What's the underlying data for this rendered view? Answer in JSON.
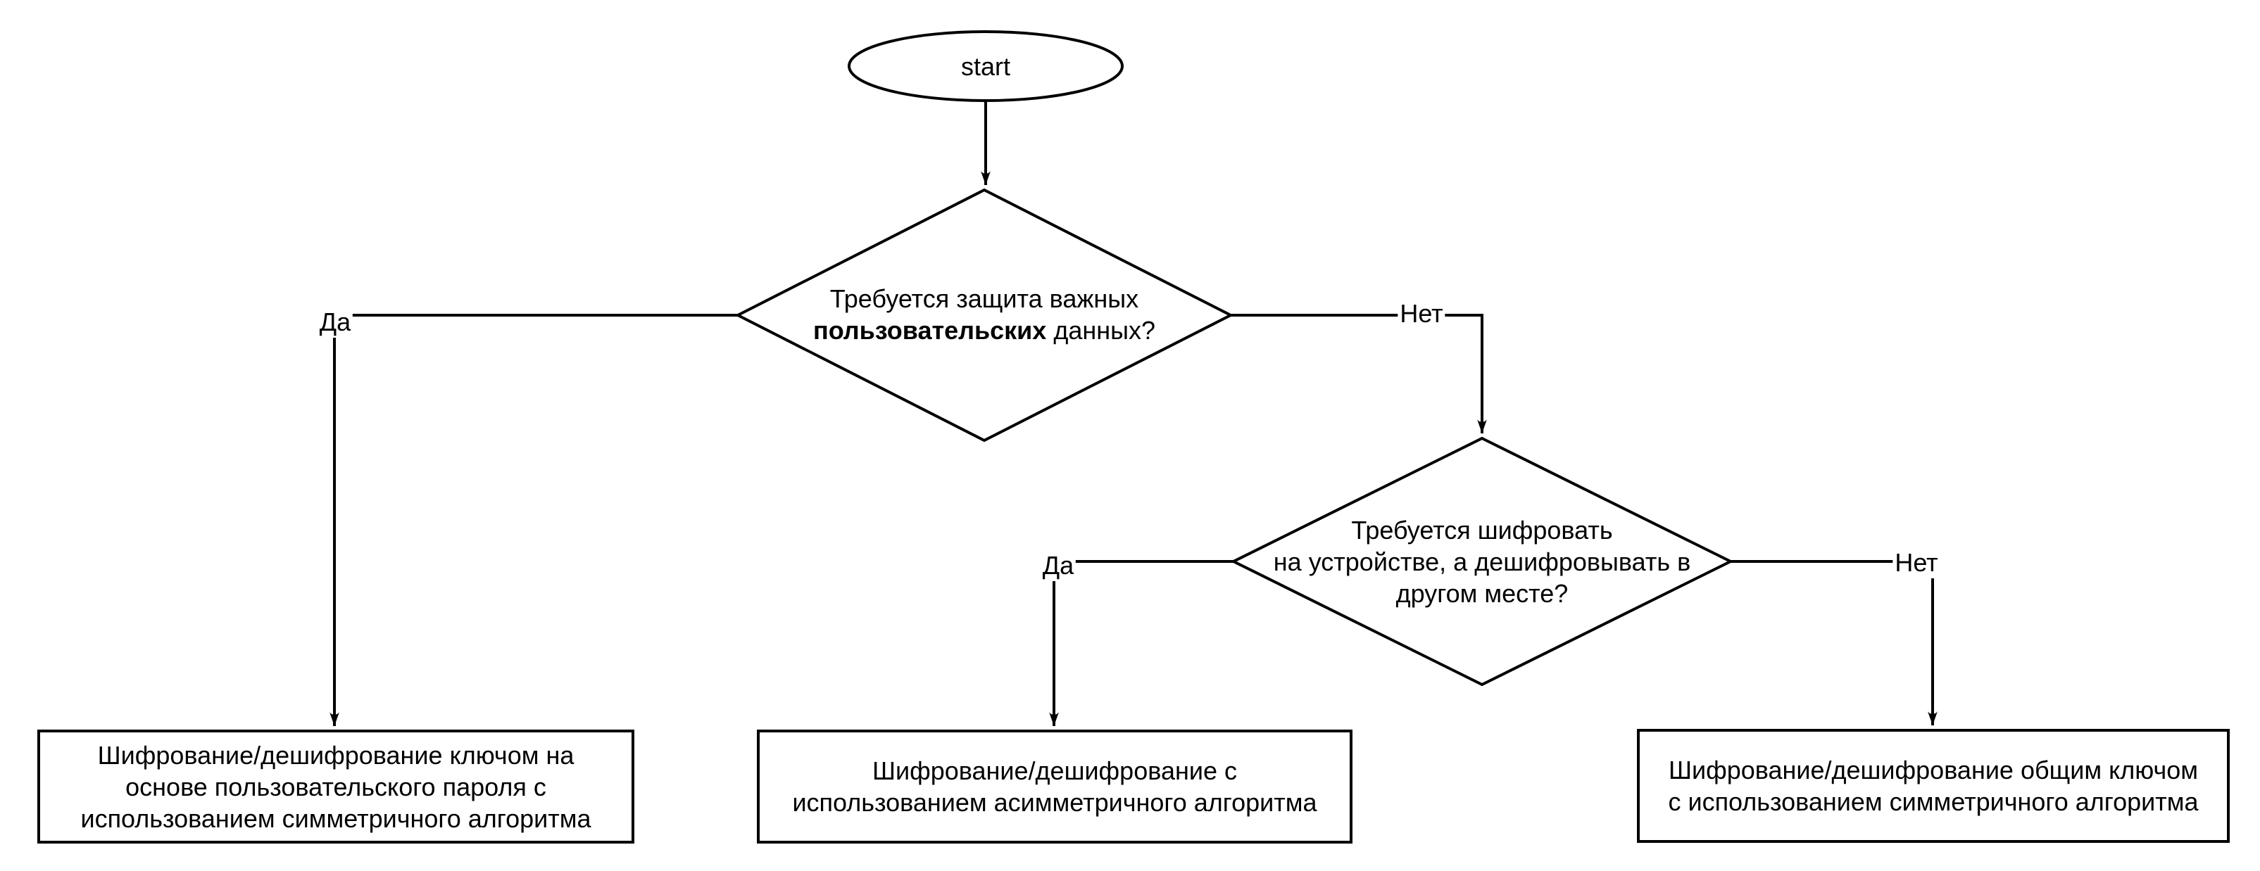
{
  "flowchart": {
    "colors": {
      "stroke": "#000000",
      "fill": "#ffffff",
      "text": "#000000"
    },
    "start": {
      "label": "start"
    },
    "decision1": {
      "line1": "Требуется защита важных",
      "line2_bold": "пользовательских",
      "line2_rest": " данных?",
      "yes_label": "Да",
      "no_label": "Нет"
    },
    "decision2": {
      "lines": [
        "Требуется шифровать",
        "на устройстве, а дешифровывать в",
        "другом месте?"
      ],
      "yes_label": "Да",
      "no_label": "Нет"
    },
    "outcome_password": {
      "lines": [
        "Шифрование/дешифрование ключом на",
        "основе пользовательского пароля с",
        "использованием симметричного алгоритма"
      ]
    },
    "outcome_asymmetric": {
      "lines": [
        "Шифрование/дешифрование с",
        "использованием асимметричного алгоритма"
      ]
    },
    "outcome_shared_key": {
      "lines": [
        "Шифрование/дешифрование общим ключом",
        "с использованием симметричного алгоритма"
      ]
    }
  }
}
